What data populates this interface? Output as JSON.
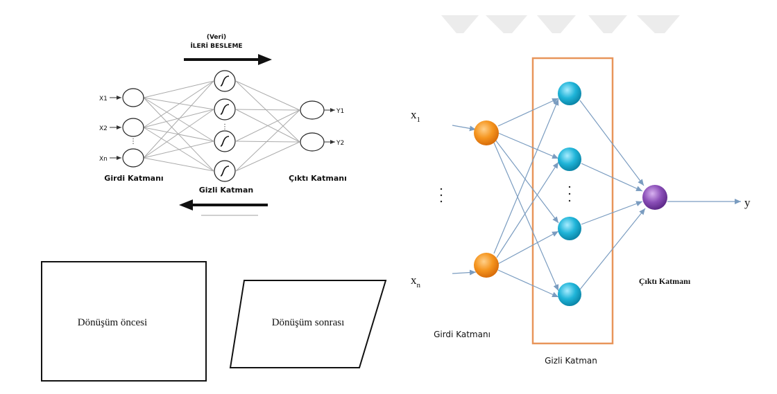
{
  "diagram1": {
    "arrow_top_sub": "(Veri)",
    "arrow_top_main": "İLERİ BESLEME",
    "inputs": [
      "X1",
      "X2",
      "Xn"
    ],
    "outputs": [
      "Y1",
      "Y2"
    ],
    "input_layer": "Girdi Katmanı",
    "hidden_layer": "Gizli Katman",
    "output_layer": "Çıktı Katmanı",
    "colors": {
      "stroke": "#222222",
      "edges": "#aaaaaa",
      "arrow": "#111111"
    }
  },
  "transform": {
    "before": "Dönüşüm öncesi",
    "after": "Dönüşüm sonrası"
  },
  "diagram2": {
    "x1_base": "x",
    "x1_sub": "1",
    "xn_base": "x",
    "xn_sub": "n",
    "y": "y",
    "input_layer": "Girdi Katmanı",
    "hidden_layer": "Gizli Katman",
    "output_layer": "Çıktı Katmanı",
    "colors": {
      "input_node": "#f5951f",
      "hidden_node": "#1fb4d8",
      "output_node": "#8b4fb8",
      "edge": "#7a9cc0",
      "hidden_box": "#e8955a",
      "watermark": "#ececec"
    }
  }
}
